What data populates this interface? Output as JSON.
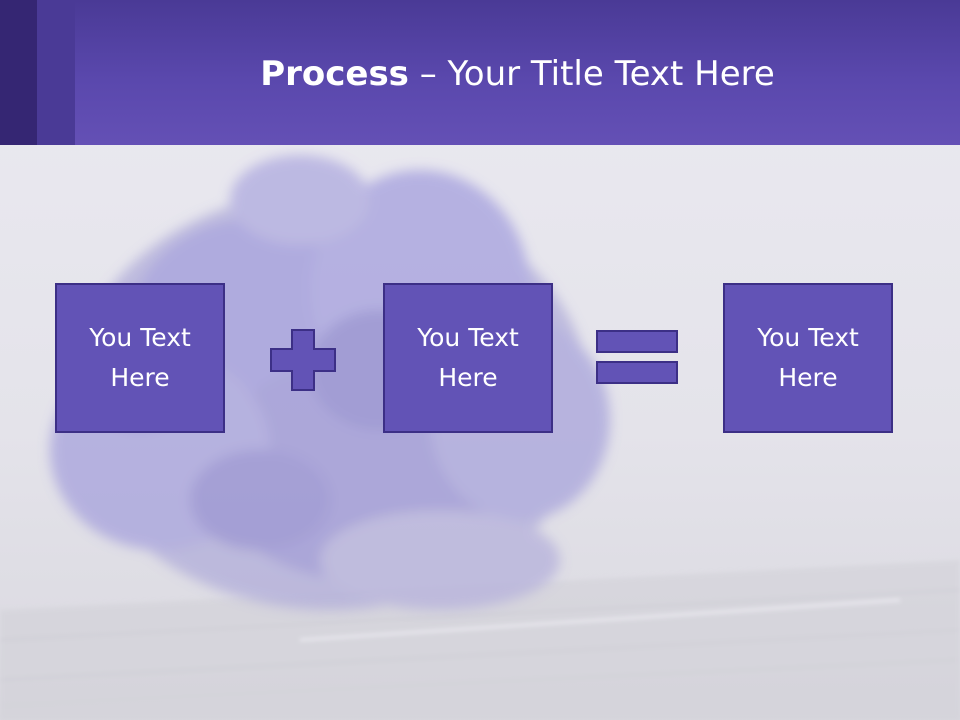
{
  "slide": {
    "title_bold": "Process",
    "title_rest": " – Your Title Text Here",
    "boxes": [
      {
        "label": "You Text Here"
      },
      {
        "label": "You Text Here"
      },
      {
        "label": "You Text Here"
      }
    ],
    "operators": [
      "plus-icon",
      "equals-icon"
    ]
  },
  "colors": {
    "header": "#5a48ad",
    "header_dark": "#352673",
    "box_fill": "#6253b6",
    "box_border": "#3c2f86",
    "text": "#ffffff"
  }
}
